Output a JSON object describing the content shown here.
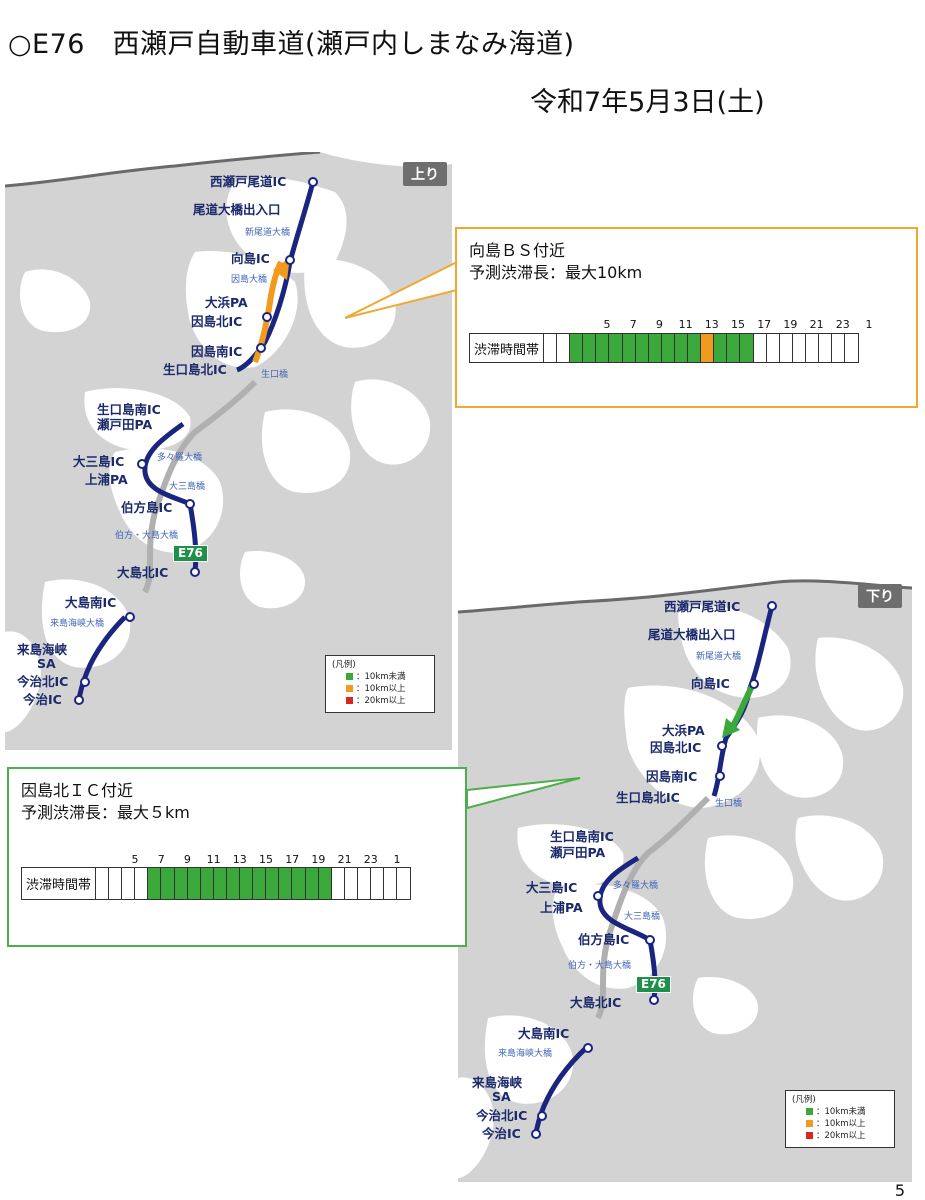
{
  "header": {
    "title": "○E76　西瀬戸自動車道(瀬戸内しまなみ海道)",
    "date": "令和7年5月3日(土)"
  },
  "colors": {
    "route": "#1a2580",
    "under10km": "#3aa83a",
    "over10km": "#f09a1e",
    "over20km": "#d9271e",
    "callout_up_border": "#f0a830",
    "callout_down_border": "#4cae4c"
  },
  "map_up": {
    "direction": "上り",
    "interchanges": [
      "西瀬戸尾道IC",
      "尾道大橋出入口",
      "向島IC",
      "大浜PA",
      "因島北IC",
      "因島南IC",
      "生口島北IC",
      "生口島南IC",
      "瀬戸田PA",
      "大三島IC",
      "上浦PA",
      "伯方島IC",
      "大島北IC",
      "大島南IC",
      "来島海峡",
      "SA",
      "今治北IC",
      "今治IC"
    ],
    "bridges": [
      "新尾道大橋",
      "因島大橋",
      "生口橋",
      "多々羅大橋",
      "大三島橋",
      "伯方・大島大橋",
      "来島海峡大橋"
    ],
    "route_badge": "E76"
  },
  "map_down": {
    "direction": "下り",
    "interchanges": [
      "西瀬戸尾道IC",
      "尾道大橋出入口",
      "向島IC",
      "大浜PA",
      "因島北IC",
      "因島南IC",
      "生口島北IC",
      "生口島南IC",
      "瀬戸田PA",
      "大三島IC",
      "上浦PA",
      "伯方島IC",
      "大島北IC",
      "大島南IC",
      "来島海峡",
      "SA",
      "今治北IC",
      "今治IC"
    ],
    "bridges": [
      "新尾道大橋",
      "生口橋",
      "多々羅大橋",
      "大三島橋",
      "伯方・大島大橋",
      "来島海峡大橋"
    ],
    "route_badge": "E76"
  },
  "legend": {
    "title": "(凡例)",
    "items": [
      {
        "label": "：10km未満",
        "color": "#3aa83a"
      },
      {
        "label": "：10km以上",
        "color": "#f09a1e"
      },
      {
        "label": "：20km以上",
        "color": "#d9271e"
      }
    ]
  },
  "callout_up": {
    "location": "向島ＢＳ付近",
    "length": "予測渋滞長：最大10km",
    "grid_label": "渋滞時間帯",
    "hour_labels": [
      "5",
      "7",
      "9",
      "11",
      "13",
      "15",
      "17",
      "19",
      "21",
      "23",
      "1"
    ],
    "cells": [
      "",
      "",
      "g",
      "g",
      "g",
      "g",
      "g",
      "g",
      "g",
      "g",
      "g",
      "g",
      "o",
      "g",
      "g",
      "g",
      "",
      "",
      "",
      "",
      "",
      "",
      "",
      ""
    ]
  },
  "callout_down": {
    "location": "因島北ＩＣ付近",
    "length": "予測渋滞長：最大５km",
    "grid_label": "渋滞時間帯",
    "hour_labels": [
      "5",
      "7",
      "9",
      "11",
      "13",
      "15",
      "17",
      "19",
      "21",
      "23",
      "1"
    ],
    "cells": [
      "",
      "",
      "",
      "",
      "g",
      "g",
      "g",
      "g",
      "g",
      "g",
      "g",
      "g",
      "g",
      "g",
      "g",
      "g",
      "g",
      "g",
      "",
      "",
      "",
      "",
      "",
      ""
    ]
  },
  "page_number": "5"
}
